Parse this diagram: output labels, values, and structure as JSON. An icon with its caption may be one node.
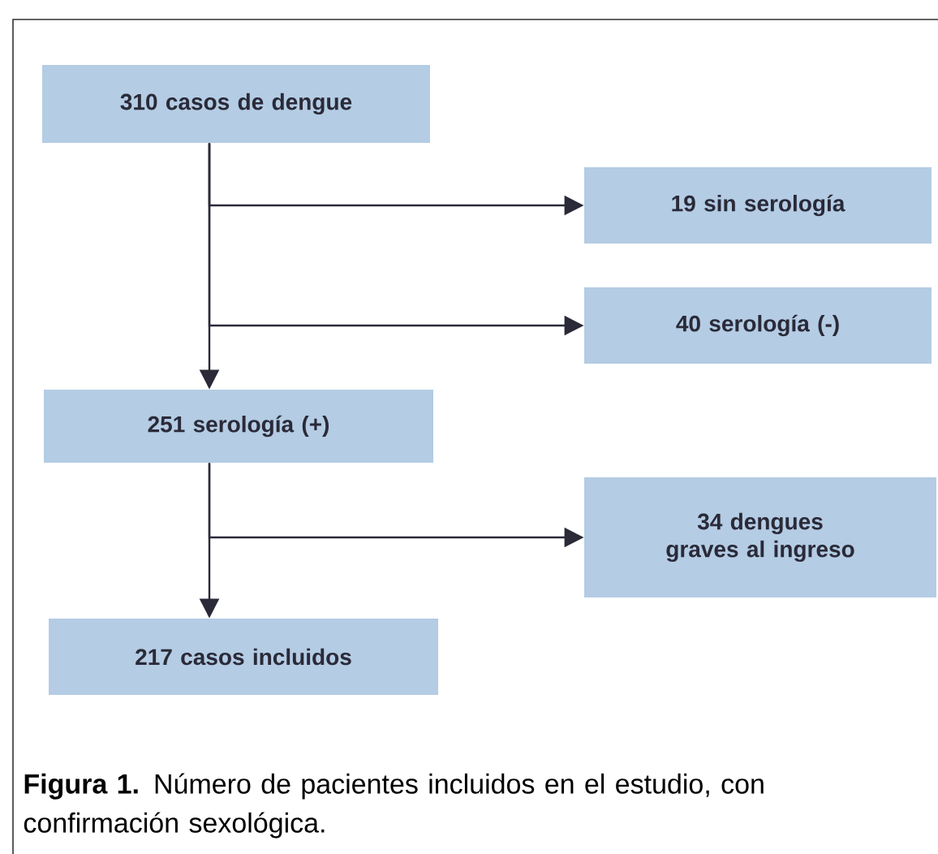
{
  "diagram": {
    "caption": "**Figura 1.** Número de pacientes incluidos en el estudio, con confirmación sexológica.",
    "nodes": [
      {
        "text": [
          "310 casos de dengue"
        ]
      },
      {
        "text": [
          "19 sin serología"
        ]
      },
      {
        "text": [
          "40 serología (-)"
        ]
      },
      {
        "text": [
          "251 serología (+)"
        ]
      },
      {
        "text": [
          "34 dengues graves al ingreso"
        ]
      },
      {
        "text": [
          "217 casos incluidos"
        ]
      }
    ],
    "edges": [
      {
        "from": 0,
        "to": 1,
        "arrow": "to"
      },
      {
        "from": 0,
        "to": 2,
        "arrow": "to"
      },
      {
        "from": 0,
        "to": 3,
        "arrow": "to"
      },
      {
        "from": 3,
        "to": 4,
        "arrow": "to"
      },
      {
        "from": 3,
        "to": 5,
        "arrow": "to"
      }
    ]
  }
}
